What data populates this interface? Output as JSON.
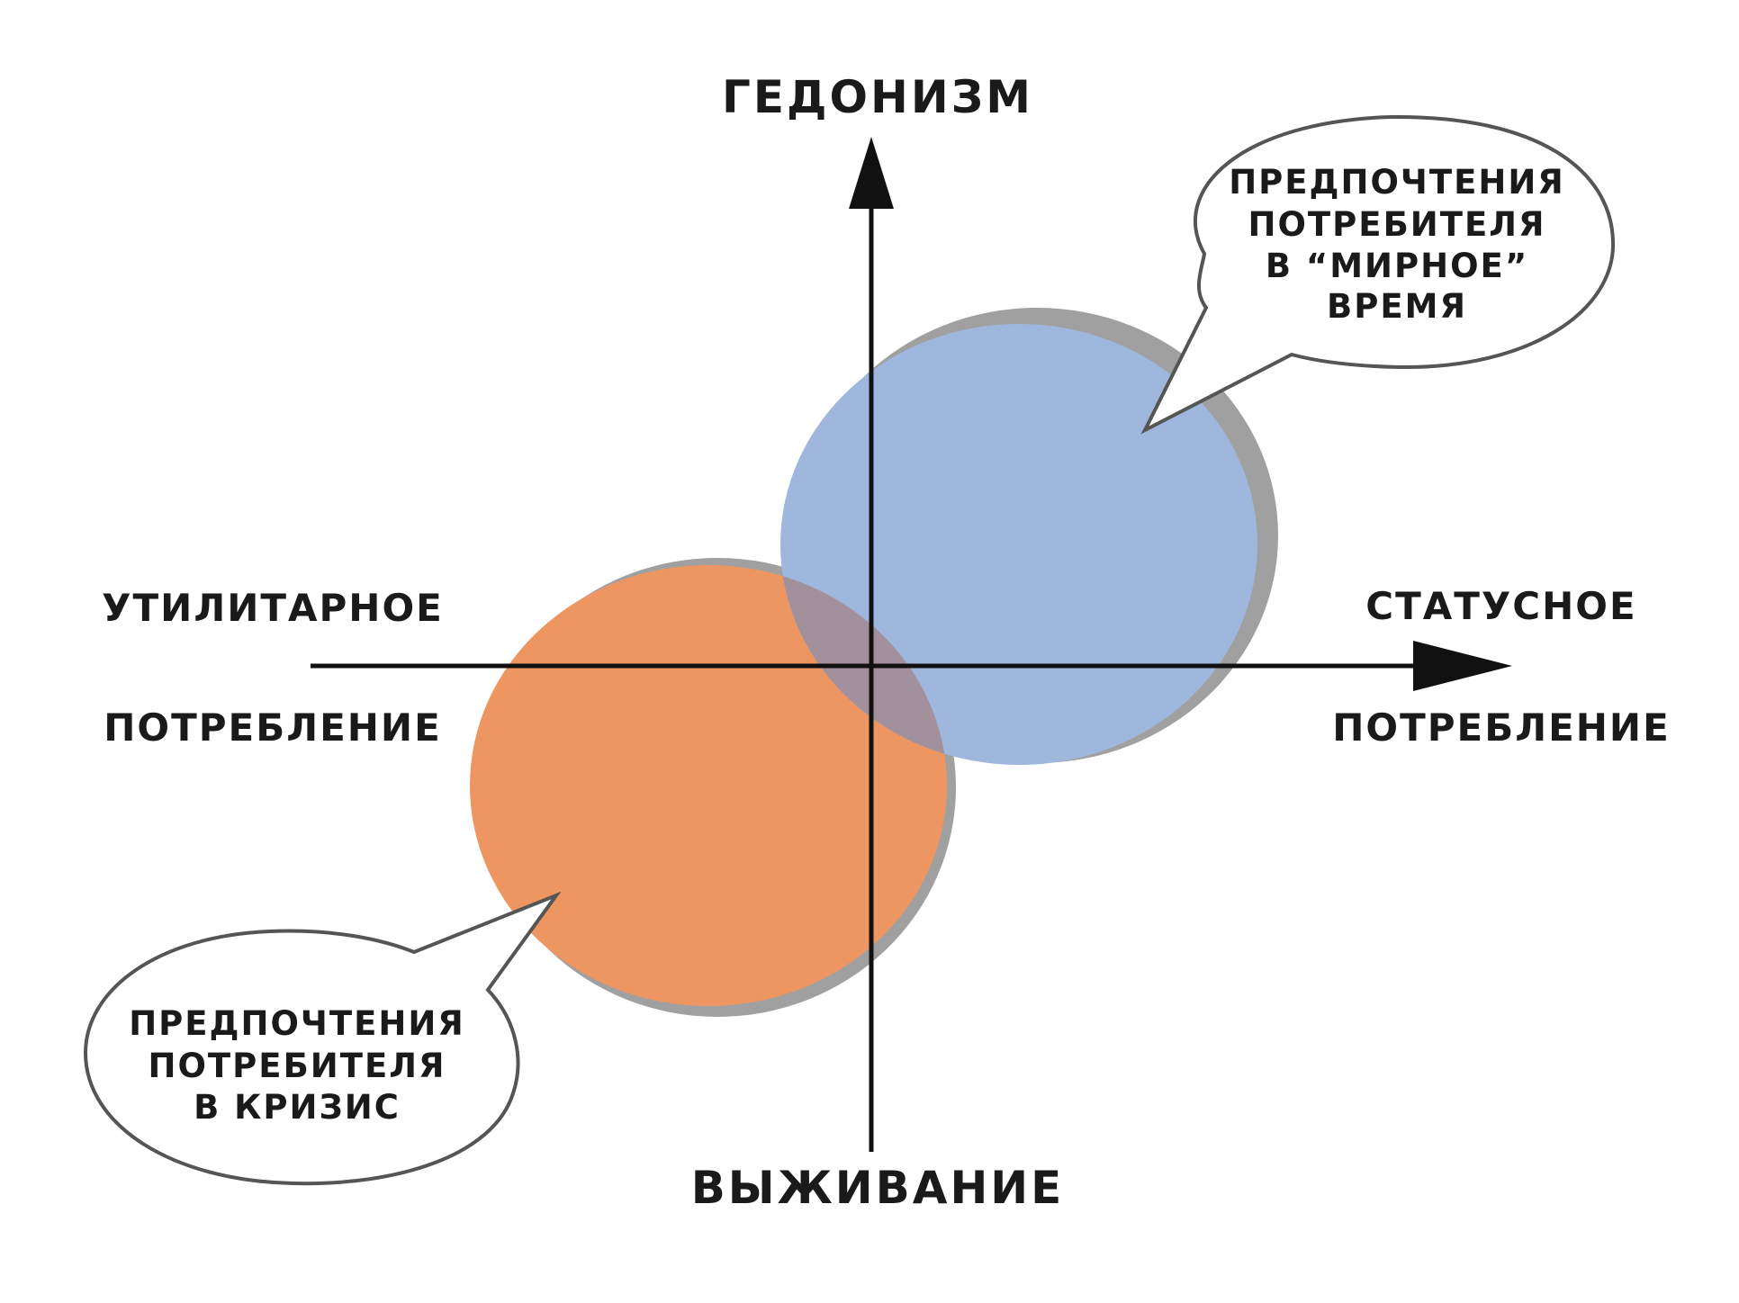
{
  "axes": {
    "top": "ГЕДОНИЗМ",
    "bottom": "ВЫЖИВАНИЕ",
    "left_line1": "УТИЛИТАРНОЕ",
    "left_line2": "ПОТРЕБЛЕНИЕ",
    "right_line1": "СТАТУСНОЕ",
    "right_line2": "ПОТРЕБЛЕНИЕ"
  },
  "bubbles": {
    "peacetime": {
      "line1": "ПРЕДПОЧТЕНИЯ",
      "line2": "ПОТРЕБИТЕЛЯ",
      "line3": "В “МИРНОЕ”",
      "line4": "ВРЕМЯ"
    },
    "crisis": {
      "line1": "ПРЕДПОЧТЕНИЯ",
      "line2": "ПОТРЕБИТЕЛЯ",
      "line3": "В КРИЗИС"
    }
  },
  "colors": {
    "peacetime_circle": "#9fb7dd",
    "crisis_circle": "#ee9662",
    "overlap": "#a2909c",
    "shadow": "#a0a0a0",
    "axis": "#111111",
    "bubble_outline": "#555555"
  }
}
